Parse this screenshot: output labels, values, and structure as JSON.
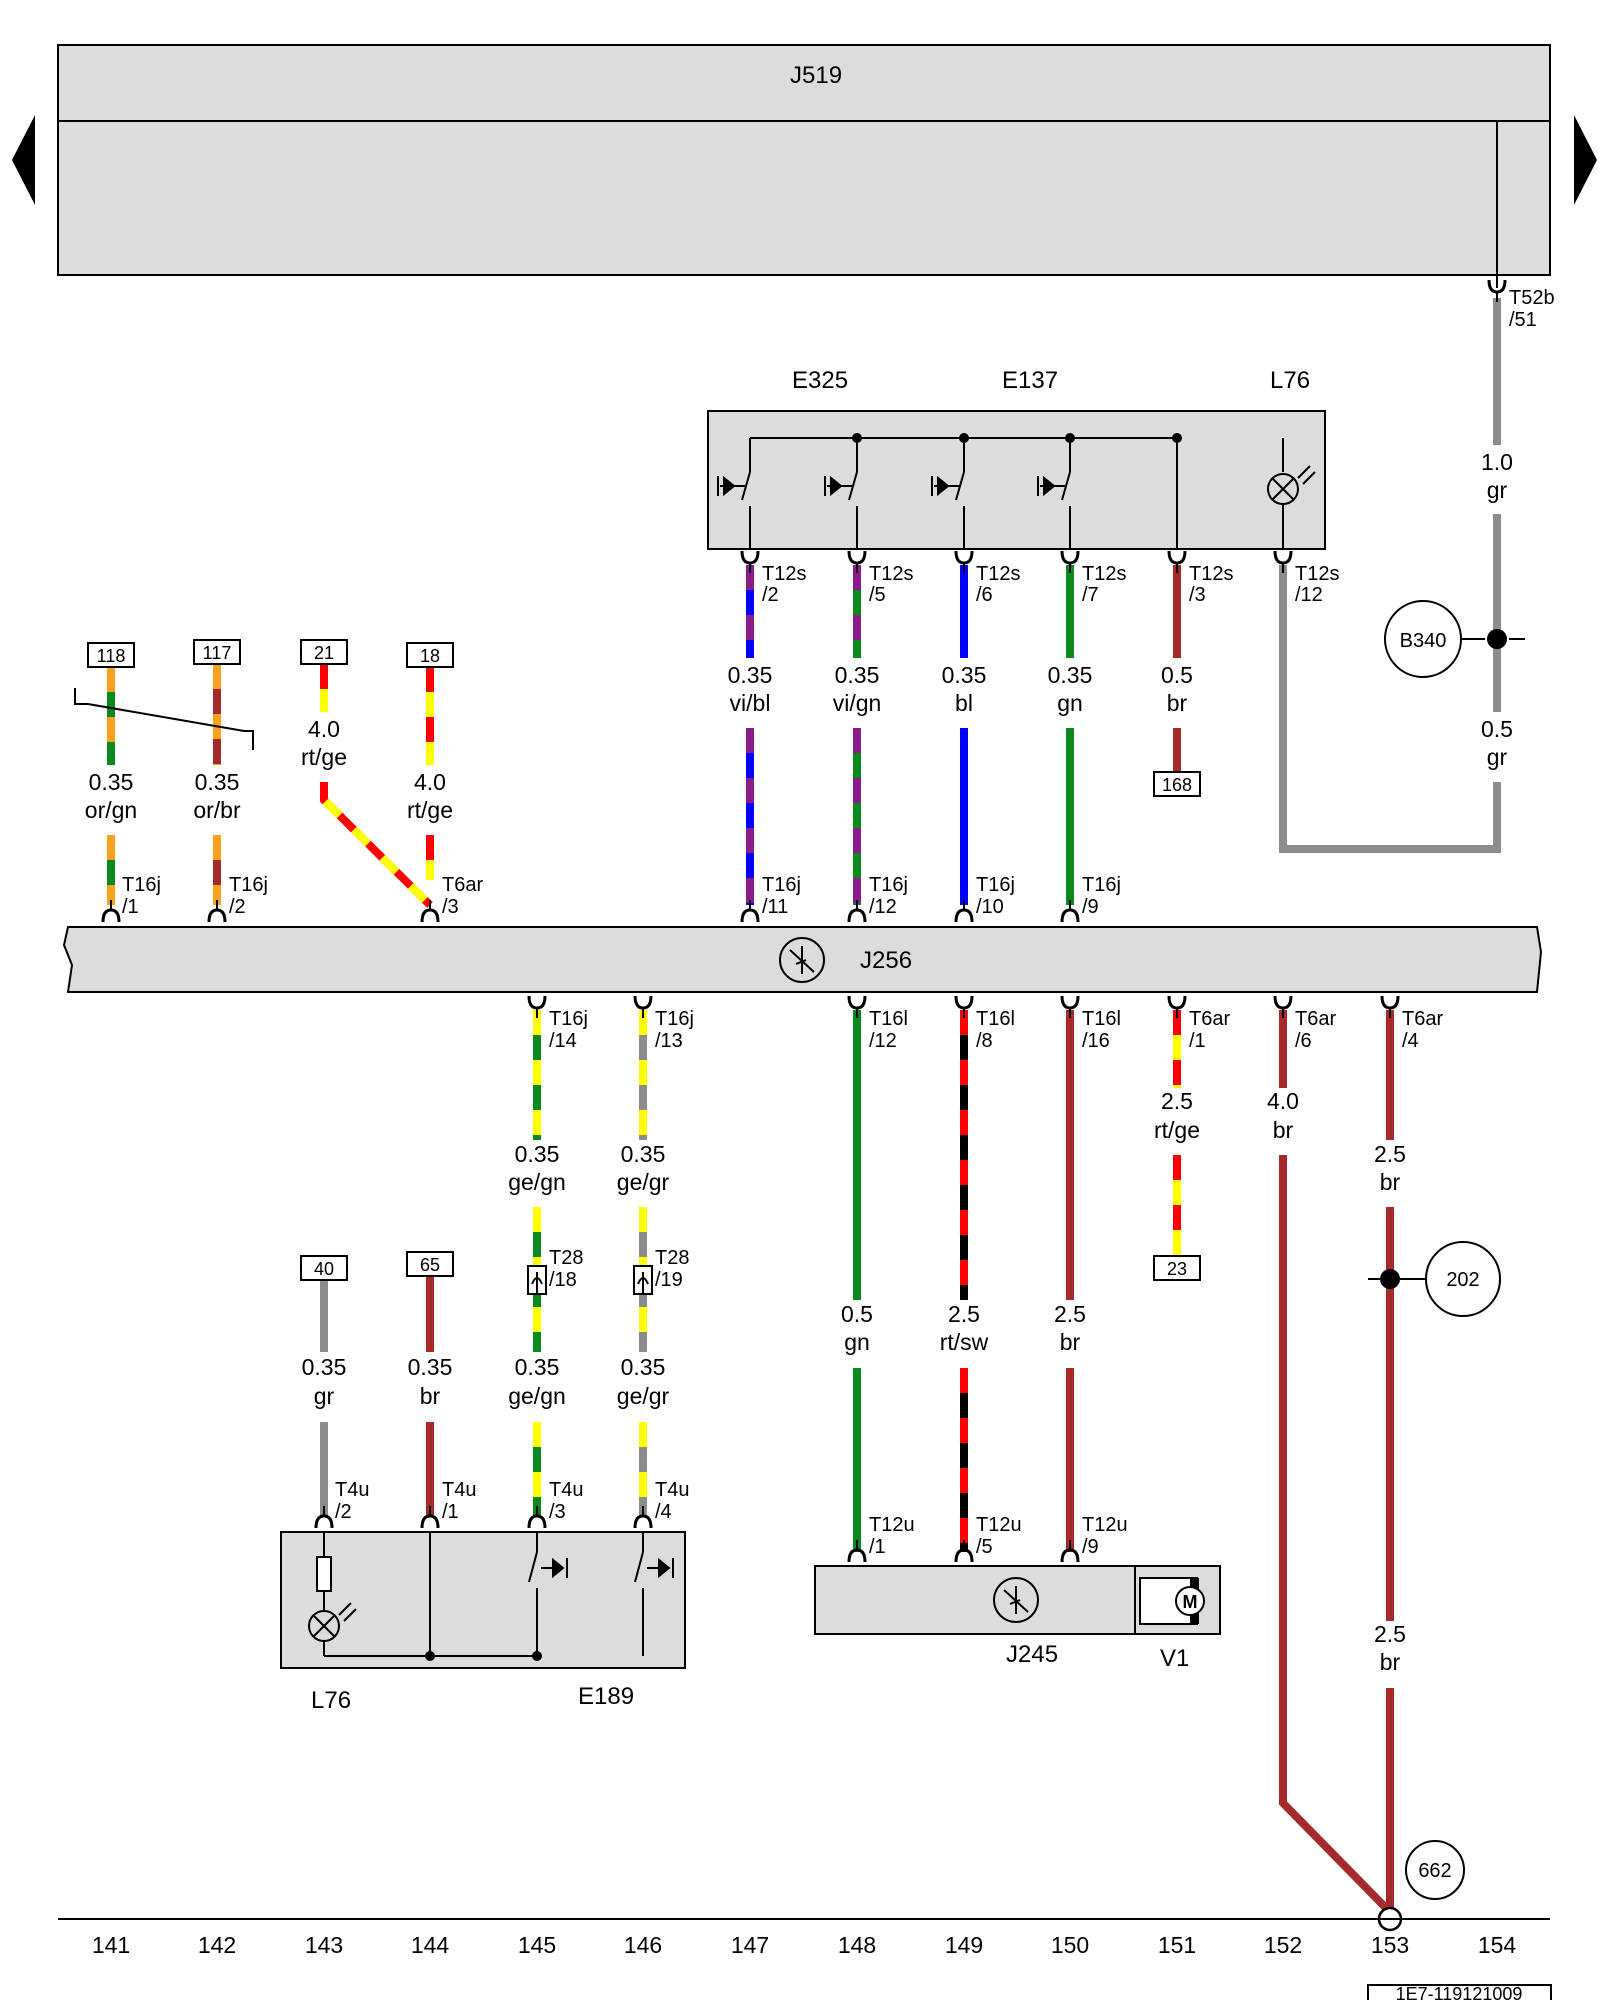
{
  "modules": {
    "J519": "J519",
    "J256": "J256",
    "J245": "J245",
    "V1": "V1",
    "E325": "E325",
    "E137": "E137",
    "L76_top": "L76",
    "L76_bottom": "L76",
    "E189": "E189"
  },
  "connectors": {
    "t52b": [
      "T52b",
      "/51"
    ],
    "t12s": [
      [
        "T12s",
        "/2"
      ],
      [
        "T12s",
        "/5"
      ],
      [
        "T12s",
        "/6"
      ],
      [
        "T12s",
        "/7"
      ],
      [
        "T12s",
        "/3"
      ],
      [
        "T12s",
        "/12"
      ]
    ],
    "t16j_top": [
      [
        "T16j",
        "/1"
      ],
      [
        "T16j",
        "/2"
      ],
      [
        "T6ar",
        "/3"
      ],
      [
        "T16j",
        "/11"
      ],
      [
        "T16j",
        "/12"
      ],
      [
        "T16j",
        "/10"
      ],
      [
        "T16j",
        "/9"
      ]
    ],
    "lower": [
      [
        "T16j",
        "/14"
      ],
      [
        "T16j",
        "/13"
      ],
      [
        "T16l",
        "/12"
      ],
      [
        "T16l",
        "/8"
      ],
      [
        "T16l",
        "/16"
      ],
      [
        "T6ar",
        "/1"
      ],
      [
        "T6ar",
        "/6"
      ],
      [
        "T6ar",
        "/4"
      ]
    ],
    "t28": [
      [
        "T28",
        "/18"
      ],
      [
        "T28",
        "/19"
      ]
    ],
    "t4u": [
      [
        "T4u",
        "/2"
      ],
      [
        "T4u",
        "/1"
      ],
      [
        "T4u",
        "/3"
      ],
      [
        "T4u",
        "/4"
      ]
    ],
    "t12u": [
      [
        "T12u",
        "/1"
      ],
      [
        "T12u",
        "/5"
      ],
      [
        "T12u",
        "/9"
      ]
    ]
  },
  "wires": {
    "w118": [
      "0.35",
      "or/gn"
    ],
    "w117": [
      "0.35",
      "or/br"
    ],
    "w21": [
      "4.0",
      "rt/ge"
    ],
    "w18": [
      "4.0",
      "rt/ge"
    ],
    "w_vibl": [
      "0.35",
      "vi/bl"
    ],
    "w_vign": [
      "0.35",
      "vi/gn"
    ],
    "w_bl": [
      "0.35",
      "bl"
    ],
    "w_gn": [
      "0.35",
      "gn"
    ],
    "w_br168": [
      "0.5",
      "br"
    ],
    "w_gr10": [
      "1.0",
      "gr"
    ],
    "w_gr05": [
      "0.5",
      "gr"
    ],
    "w_gegn1": [
      "0.35",
      "ge/gn"
    ],
    "w_gegr1": [
      "0.35",
      "ge/gr"
    ],
    "w_gr40": [
      "0.35",
      "gr"
    ],
    "w_br65": [
      "0.35",
      "br"
    ],
    "w_gegn2": [
      "0.35",
      "ge/gn"
    ],
    "w_gegr2": [
      "0.35",
      "ge/gr"
    ],
    "w_gn148": [
      "0.5",
      "gn"
    ],
    "w_rtsw": [
      "2.5",
      "rt/sw"
    ],
    "w_br150": [
      "2.5",
      "br"
    ],
    "w_rtge151": [
      "2.5",
      "rt/ge"
    ],
    "w_br152": [
      "4.0",
      "br"
    ],
    "w_br153a": [
      "2.5",
      "br"
    ],
    "w_br153b": [
      "2.5",
      "br"
    ]
  },
  "refs": {
    "r118": "118",
    "r117": "117",
    "r21": "21",
    "r18": "18",
    "r168": "168",
    "r40": "40",
    "r65": "65",
    "r23": "23"
  },
  "grounds": {
    "b340": "B340",
    "g202": "202",
    "g662": "662"
  },
  "columns": [
    "141",
    "142",
    "143",
    "144",
    "145",
    "146",
    "147",
    "148",
    "149",
    "150",
    "151",
    "152",
    "153",
    "154"
  ],
  "footer_id": "1E7-119121009",
  "colors": {
    "or": "#f7a21b",
    "gn": "#0a8a1e",
    "br": "#a52a2a",
    "rt": "#ff0000",
    "ge": "#ffff00",
    "vi": "#8b1a8b",
    "bl": "#0000ff",
    "gr": "#8c8c8c",
    "sw": "#000000",
    "panel": "#dcdcdc"
  }
}
